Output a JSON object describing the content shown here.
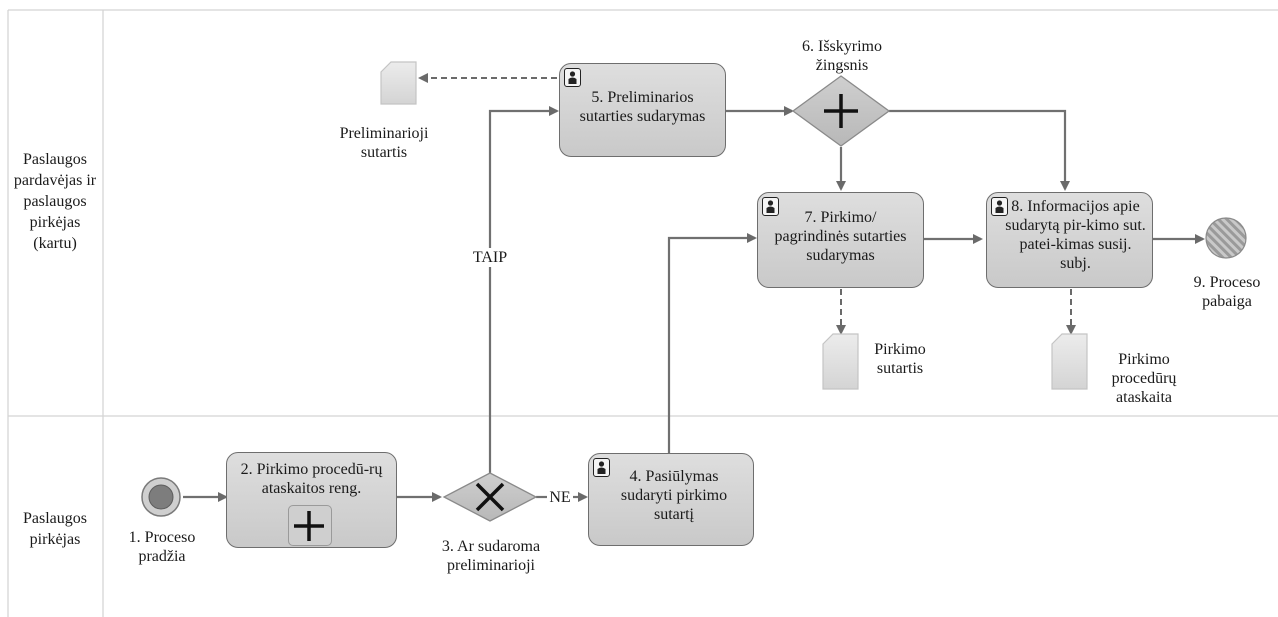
{
  "lanes": {
    "top": "Paslaugos pardavėjas ir paslaugos pirkėjas (kartu)",
    "bottom": "Paslaugos pirkėjas"
  },
  "events": {
    "start": "1. Proceso pradžia",
    "end": "9. Proceso pabaiga"
  },
  "tasks": {
    "t2": "2. Pirkimo procedū-rų ataskaitos reng.",
    "t4": "4. Pasiūlymas sudaryti pirkimo sutartį",
    "t5": "5. Preliminarios sutarties sudarymas",
    "t7": "7. Pirkimo/ pagrindinės sutarties sudarymas",
    "t8": "8. Informacijos apie sudarytą pir-kimo sut. patei-kimas susij. subj."
  },
  "gateways": {
    "g3": "3. Ar sudaroma preliminarioji",
    "g6": "6. Išskyrimo žingsnis"
  },
  "flows": {
    "yes": "TAIP",
    "no": "NE"
  },
  "documents": {
    "d1": "Preliminarioji sutartis",
    "d2": "Pirkimo sutartis",
    "d3": "Pirkimo procedūrų ataskaita"
  },
  "colors": {
    "task_fill": "#d2d2d2",
    "border": "#6e6e6e",
    "flow": "#707070",
    "lane_line": "#d0d0d0"
  }
}
